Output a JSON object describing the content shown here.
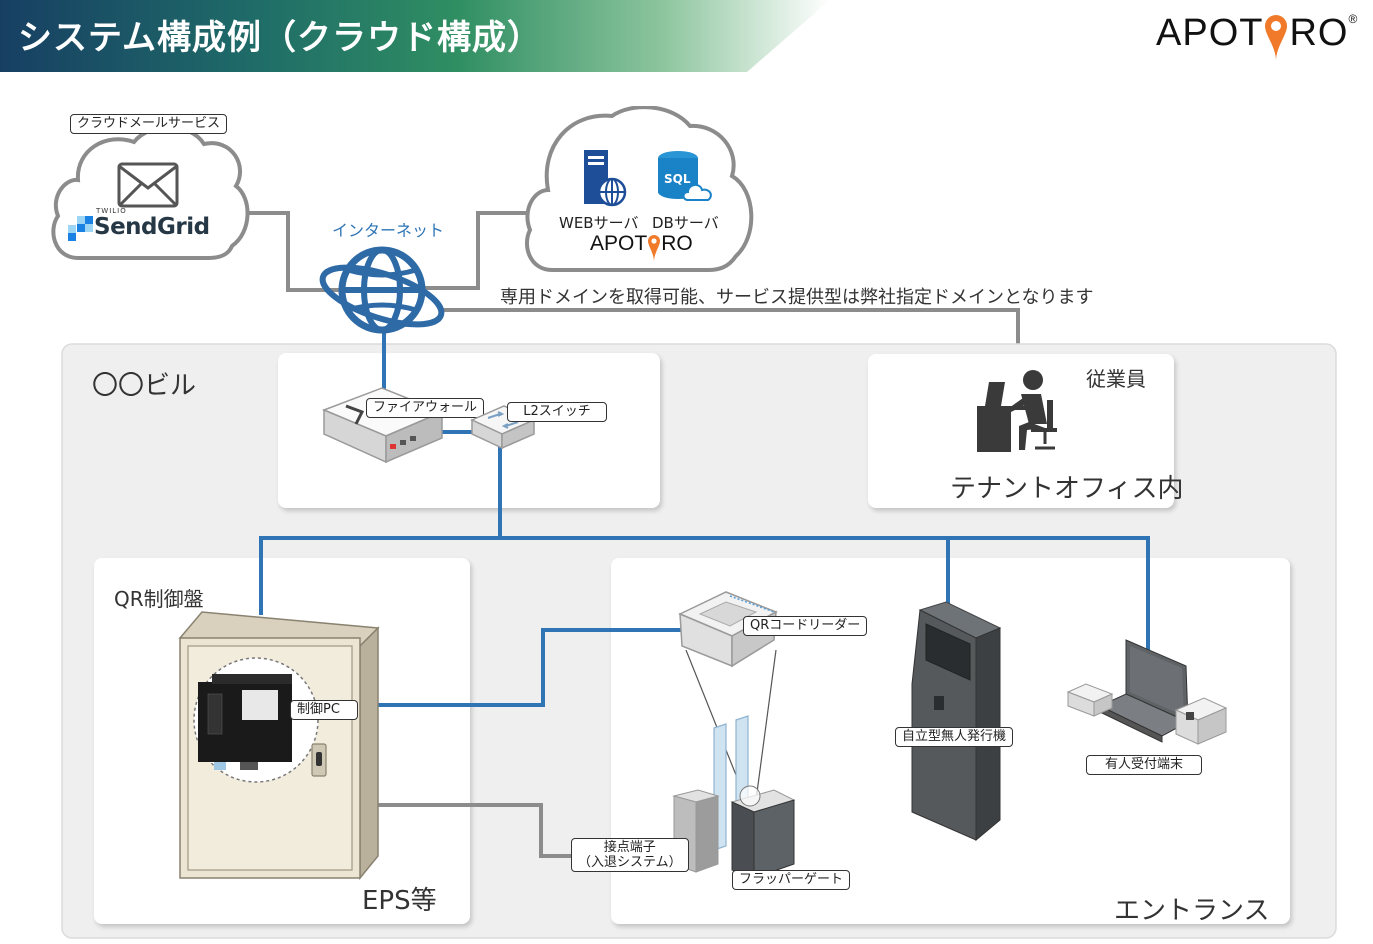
{
  "page_title": "システム構成例（クラウド構成）",
  "logo": {
    "text_before": "APOT",
    "text_after": "RO",
    "reg": "®",
    "pin_color": "#f07a2a"
  },
  "cloud_mail": {
    "label": "クラウドメールサービス",
    "brand_small": "TWILIO",
    "brand": "SendGrid"
  },
  "cloud_server": {
    "web_label": "WEBサーバ",
    "db_label": "DBサーバ",
    "db_icon_text": "SQL",
    "apotoro_before": "APOT",
    "apotoro_after": "RO"
  },
  "internet": {
    "label": "インターネット",
    "note": "専用ドメインを取得可能、サービス提供型は弊社指定ドメインとなります"
  },
  "building": {
    "label": "〇〇ビル"
  },
  "network": {
    "firewall_label": "ファイアウォール",
    "switch_label": "L2スイッチ"
  },
  "office": {
    "employee_label": "従業員",
    "area_label": "テナントオフィス内"
  },
  "eps": {
    "panel_label": "QR制御盤",
    "pc_label": "制御PC",
    "area_label": "EPS等"
  },
  "entrance": {
    "qr_reader_label": "QRコードリーダー",
    "contact_label_line1": "接点端子",
    "contact_label_line2": "（入退システム）",
    "gate_label": "フラッパーゲート",
    "kiosk_label": "自立型無人発行機",
    "reception_label": "有人受付端末",
    "area_label": "エントランス"
  },
  "colors": {
    "blue_line": "#2f75b5",
    "gray_line": "#8c8c8c",
    "accent": "#f07a2a"
  }
}
